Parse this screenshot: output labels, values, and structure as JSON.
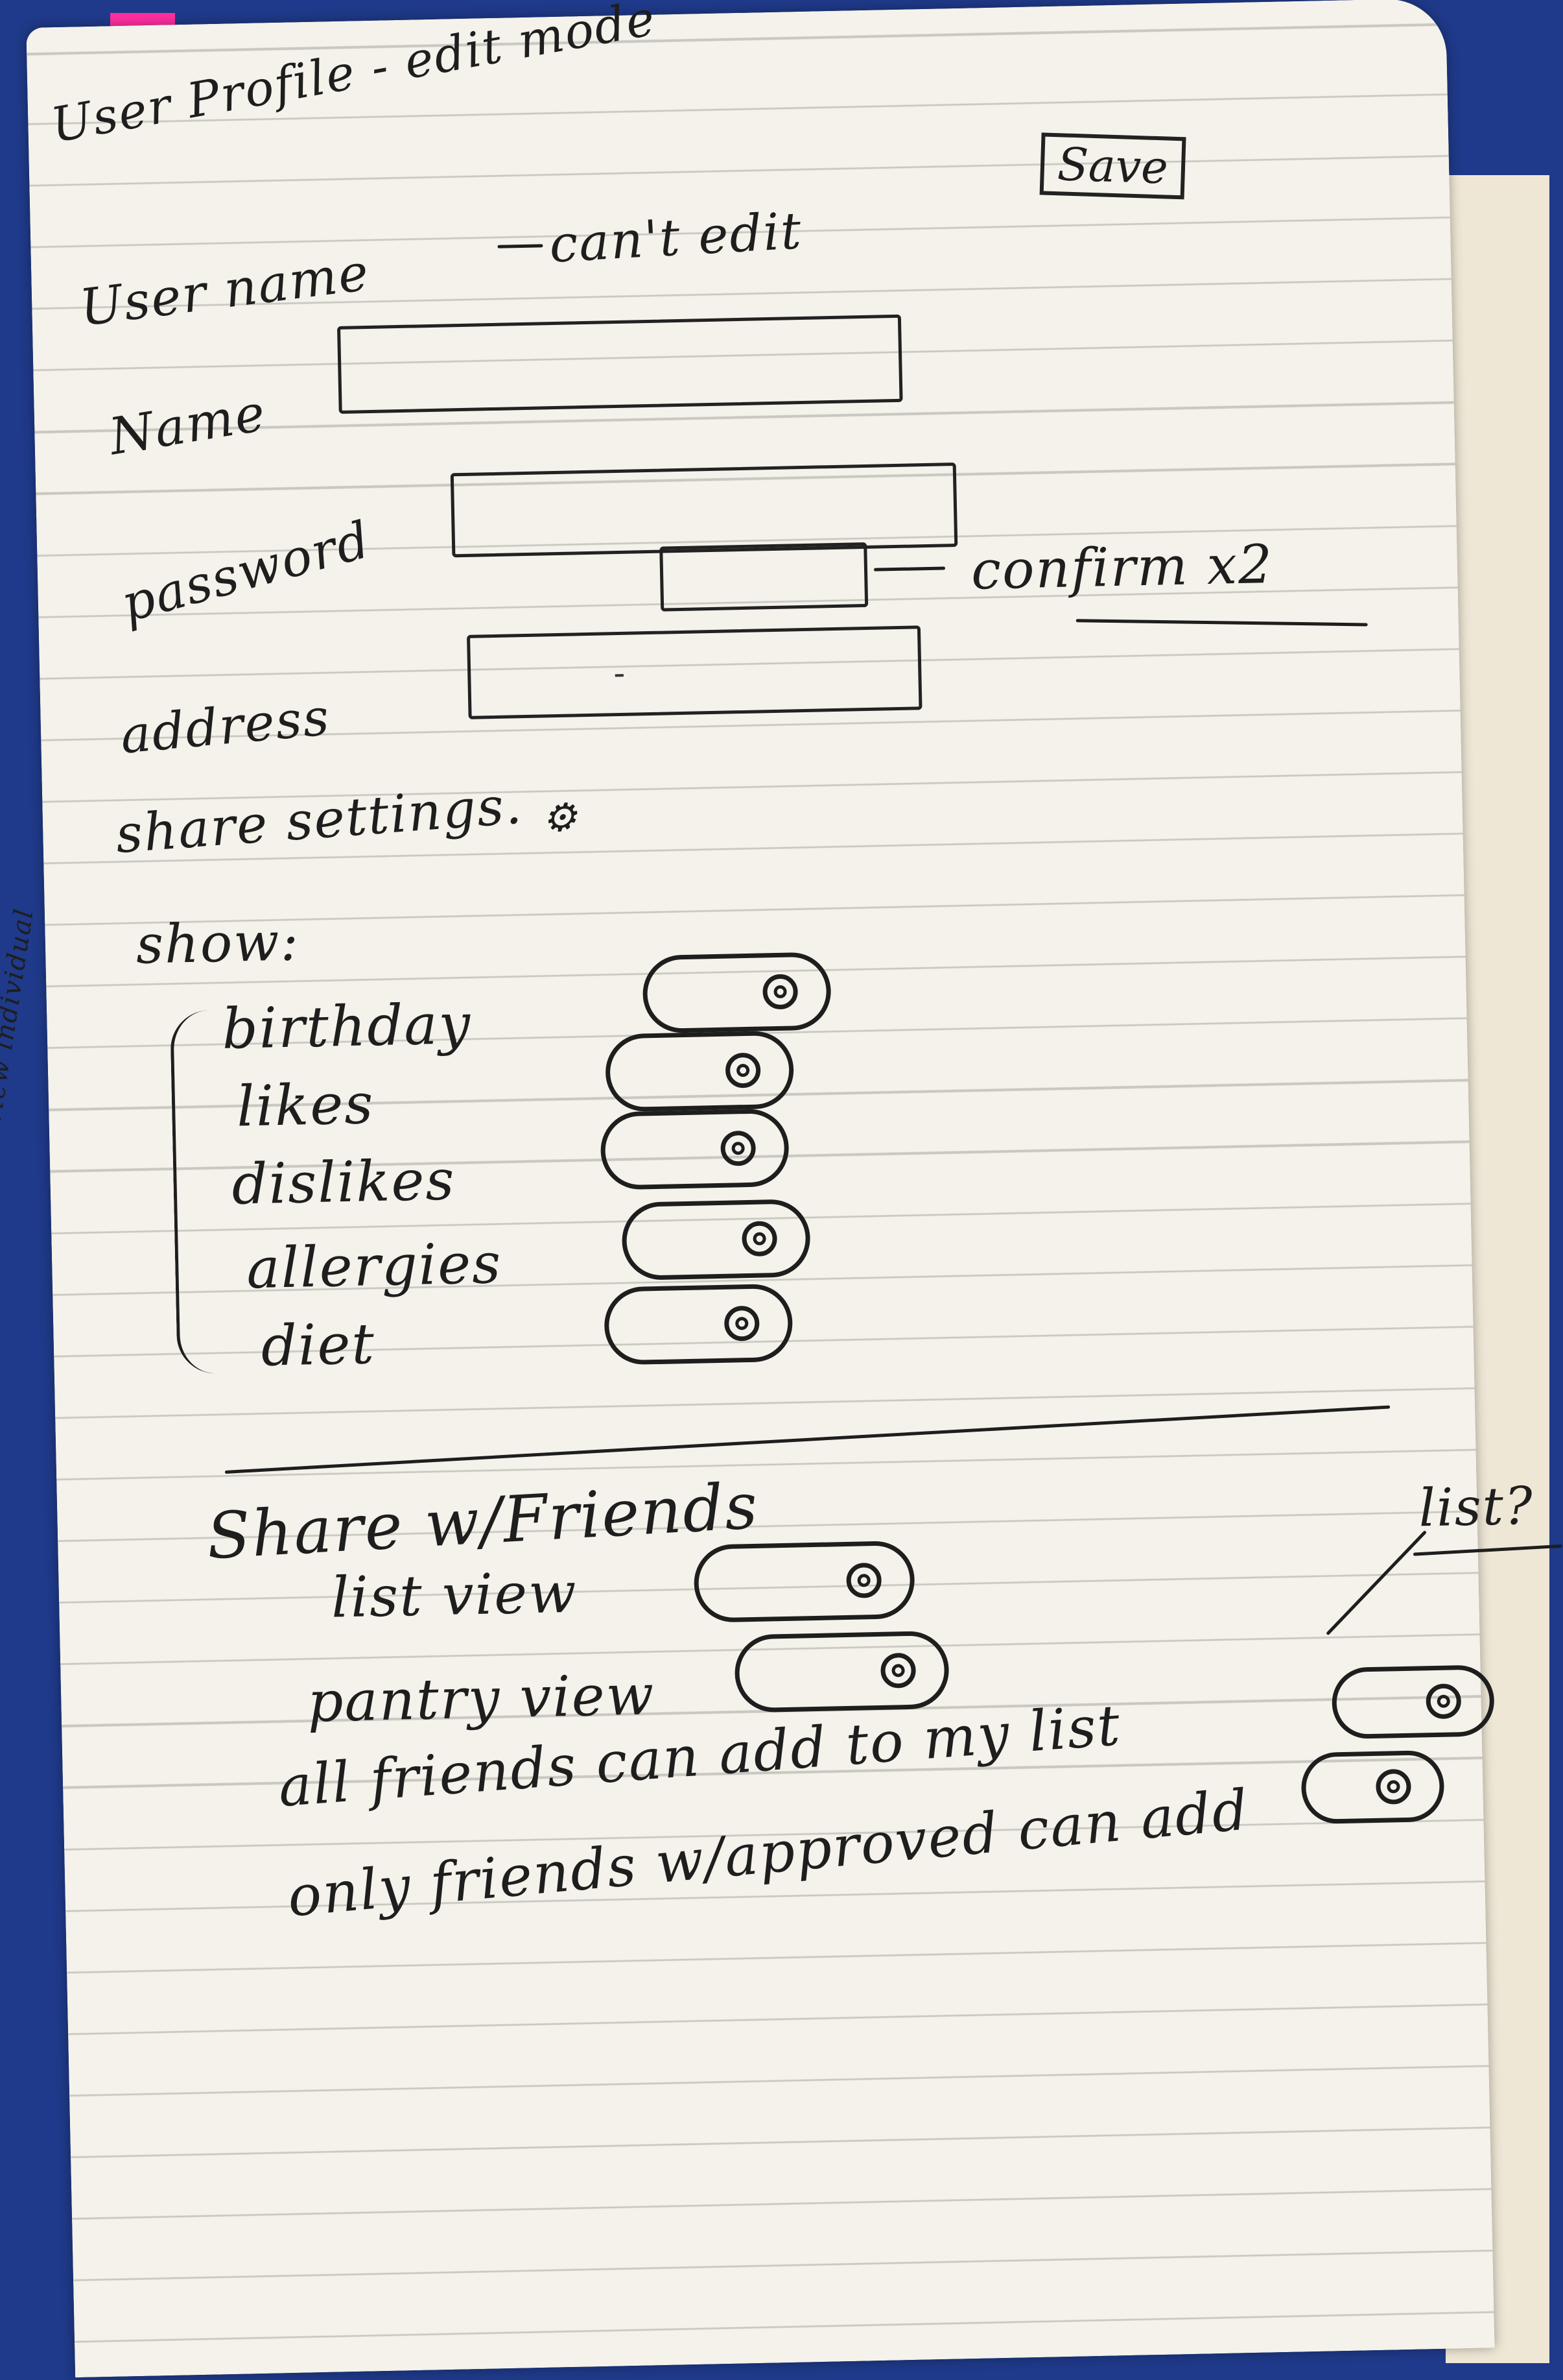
{
  "header": {
    "title": "User Profile - edit mode",
    "save_label": "Save"
  },
  "username": {
    "label": "User name",
    "note": "can't edit"
  },
  "form": {
    "name_label": "Name",
    "password_label": "password",
    "confirm_note": "confirm x2",
    "address_label": "address",
    "address_value": "-"
  },
  "share_settings": {
    "heading": "share settings.",
    "show_label": "show:",
    "side_note": "should have view individual",
    "items": [
      {
        "label": "birthday",
        "on": true
      },
      {
        "label": "likes",
        "on": true
      },
      {
        "label": "dislikes",
        "on": true
      },
      {
        "label": "allergies",
        "on": true
      },
      {
        "label": "diet",
        "on": true
      }
    ]
  },
  "friends": {
    "heading": "Share w/Friends",
    "list_note": "list?",
    "items": [
      {
        "label": "list view",
        "on": true
      },
      {
        "label": "pantry view",
        "on": true
      },
      {
        "label": "all friends can add to my list",
        "on": true
      },
      {
        "label": "only friends w/approved can add",
        "on": true
      }
    ]
  }
}
